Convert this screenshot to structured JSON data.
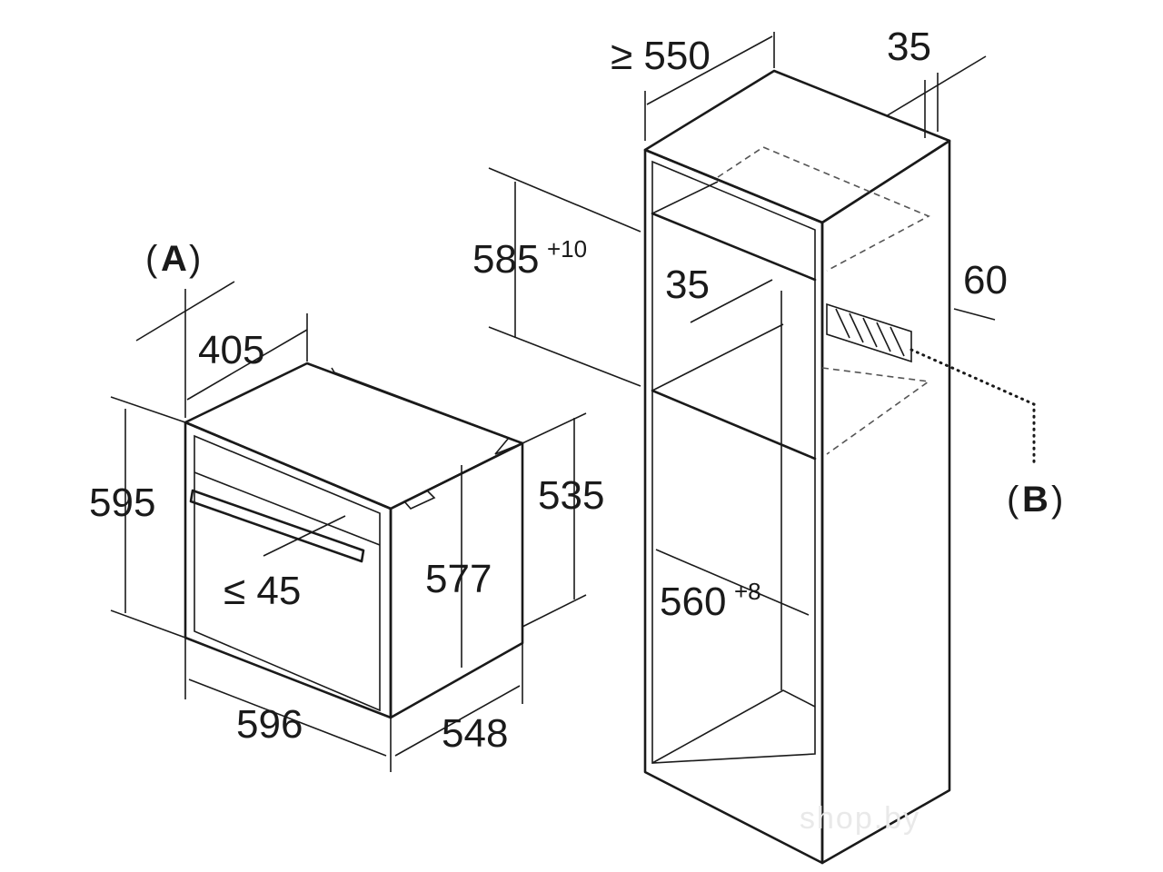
{
  "labels": {
    "A": "A",
    "B": "B",
    "paren_open": "(",
    "paren_close": ")"
  },
  "oven_dimensions": {
    "depth_front": "405",
    "height_total": "595",
    "height_body": "535",
    "height_inner": "577",
    "handle": "≤ 45",
    "width": "596",
    "depth": "548"
  },
  "cabinet_dimensions": {
    "min_depth": "≥ 550",
    "top_gap": "35",
    "niche_height": "585",
    "niche_height_tol": "+10",
    "vent_depth": "35",
    "vent_height": "60",
    "niche_width": "560",
    "niche_width_tol": "+8"
  },
  "watermark": "shop.by"
}
